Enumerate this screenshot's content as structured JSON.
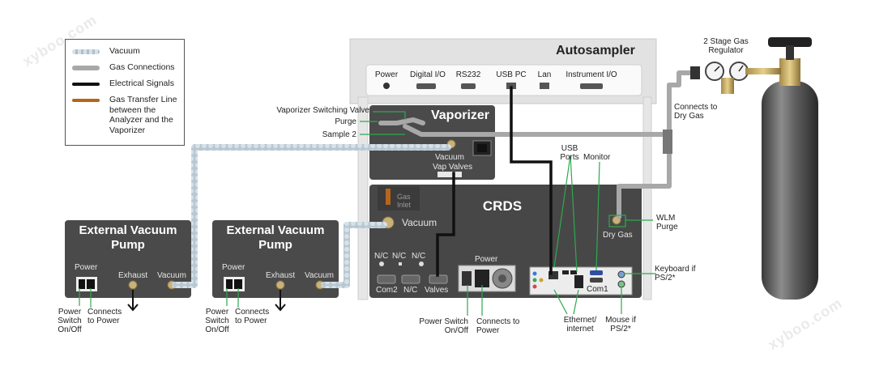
{
  "legend": {
    "items": [
      {
        "label": "Vacuum",
        "color": "#aebfcb",
        "style": "beaded"
      },
      {
        "label": "Gas Connections",
        "color": "#a8a8a8",
        "style": "solid"
      },
      {
        "label": "Electrical Signals",
        "color": "#111111",
        "style": "solid"
      },
      {
        "label": "Gas Transfer Line between the Analyzer and the Vaporizer",
        "color": "#b5651d",
        "style": "solid"
      }
    ]
  },
  "autosampler": {
    "title": "Autosampler",
    "ports": [
      "Power",
      "Digital I/O",
      "RS232",
      "USB PC",
      "Lan",
      "Instrument I/O"
    ]
  },
  "vaporizer": {
    "title": "Vaporizer",
    "vacuum_label": "Vacuum",
    "vap_valves_label": "Vap Valves",
    "switching_valve_label": "Vaporizer Switching Valve",
    "purge_label": "Purge",
    "sample2_label": "Sample 2"
  },
  "crds": {
    "title": "CRDS",
    "gas_inlet_label": "Gas Inlet",
    "vacuum_label": "Vacuum",
    "nc_labels": [
      "N/C",
      "N/C",
      "N/C"
    ],
    "com2_label": "Com2",
    "nc_port_label": "N/C",
    "valves_label": "Valves",
    "power_label": "Power",
    "com1_label": "Com1",
    "dry_gas_label": "Dry Gas",
    "wlm_purge_label": "WLM Purge",
    "usb_ports_label": "USB Ports",
    "monitor_label": "Monitor",
    "keyboard_label": "Keyboard if PS/2*",
    "ethernet_label": "Ethernet/ internet",
    "mouse_label": "Mouse if PS/2*",
    "power_switch_label": "Power Switch On/Off",
    "connects_power_label": "Connects to Power"
  },
  "pumps": [
    {
      "title": "External Vacuum Pump",
      "power_label": "Power",
      "exhaust_label": "Exhaust",
      "vacuum_label": "Vacuum",
      "switch_label": "Power Switch On/Off",
      "connects_label": "Connects to Power"
    },
    {
      "title": "External Vacuum Pump",
      "power_label": "Power",
      "exhaust_label": "Exhaust",
      "vacuum_label": "Vacuum",
      "switch_label": "Power Switch On/Off",
      "connects_label": "Connects to Power"
    }
  ],
  "regulator": {
    "title": "2 Stage Gas Regulator",
    "connects_label": "Connects to Dry Gas"
  },
  "watermark": "xyboo.com"
}
